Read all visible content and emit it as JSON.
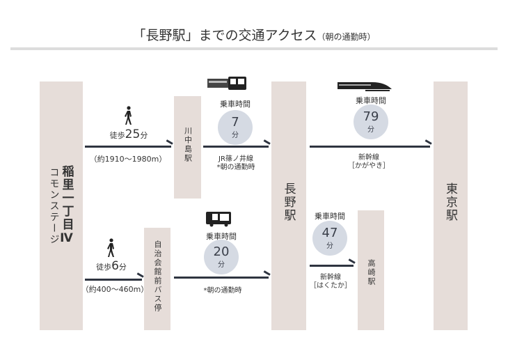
{
  "title": {
    "main": "「長野駅」までの交通アクセス",
    "sub": "（朝の通勤時）"
  },
  "stations": {
    "origin_a": "コモンステージ",
    "origin_b": "稲里一丁目Ⅳ",
    "kawanakajima": "川中島駅",
    "jichikaikan": "自治会館前バス停",
    "nagano": "長野駅",
    "takasaki": "高崎駅",
    "tokyo": "東京駅"
  },
  "routes": {
    "walk1": {
      "prefix": "徒歩",
      "min": "25",
      "unit": "分",
      "distance": "（約1910〜1980m）"
    },
    "walk2": {
      "prefix": "徒歩",
      "min": "6",
      "unit": "分",
      "distance": "（約400〜460m）"
    },
    "train1": {
      "label": "乗車時間",
      "min": "7",
      "unit": "分",
      "line": "JR篠ノ井線",
      "note": "*朝の通勤時"
    },
    "bus": {
      "label": "乗車時間",
      "min": "20",
      "unit": "分",
      "note": "*朝の通勤時"
    },
    "shinkansen1": {
      "label": "乗車時間",
      "min": "79",
      "unit": "分",
      "line": "新幹線",
      "name": "［かがやき］"
    },
    "shinkansen2": {
      "label": "乗車時間",
      "min": "47",
      "unit": "分",
      "line": "新幹線",
      "name": "［はくたか］"
    }
  },
  "colors": {
    "column": "#e6ddd9",
    "circle": "#d5dae3",
    "arrow": "#2e3440"
  }
}
